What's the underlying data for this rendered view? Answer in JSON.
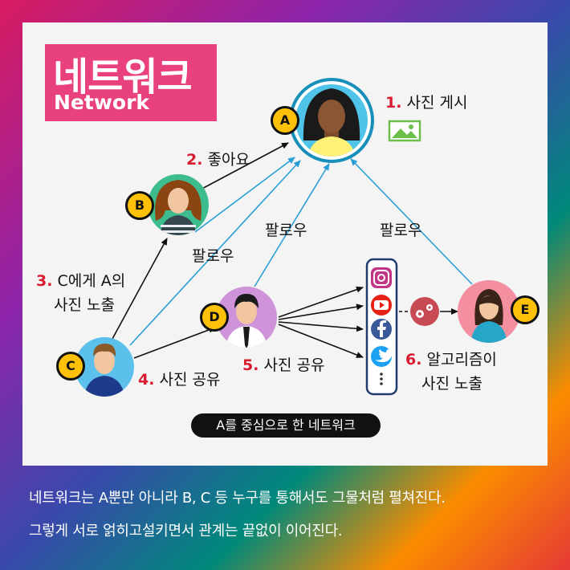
{
  "title": {
    "korean": "네트워크",
    "english": "Network"
  },
  "nodes": {
    "a": {
      "letter": "A"
    },
    "b": {
      "letter": "B"
    },
    "c": {
      "letter": "C"
    },
    "d": {
      "letter": "D"
    },
    "e": {
      "letter": "E"
    }
  },
  "steps": {
    "s1": {
      "num": "1.",
      "text": "사진 게시"
    },
    "s2": {
      "num": "2.",
      "text": "좋아요"
    },
    "s3": {
      "num": "3.",
      "line1": "C에게 A의",
      "line2": "사진 노출"
    },
    "s4": {
      "num": "4.",
      "text": "사진 공유"
    },
    "s5": {
      "num": "5.",
      "text": "사진 공유"
    },
    "s6": {
      "num": "6.",
      "line1": "알고리즘이",
      "line2": "사진 노출"
    }
  },
  "follow_labels": {
    "b": "팔로우",
    "d": "팔로우",
    "e": "팔로우"
  },
  "center_label": "A를 중심으로 한 네트워크",
  "footer": {
    "line1": "네트워크는 A뿐만 아니라 B, C 등 누구를 통해서도 그물처럼 펼쳐진다.",
    "line2": "그렇게 서로 얽히고설키면서 관계는 끝없이 이어진다."
  },
  "social_icons": [
    "instagram-icon",
    "youtube-icon",
    "facebook-icon",
    "twitter-icon",
    "more-dots-icon"
  ],
  "colors": {
    "accent_pink": "#e8417d",
    "step_red": "#d81b2f",
    "follow_line": "#2a9fd6",
    "badge": "#ffc107"
  }
}
